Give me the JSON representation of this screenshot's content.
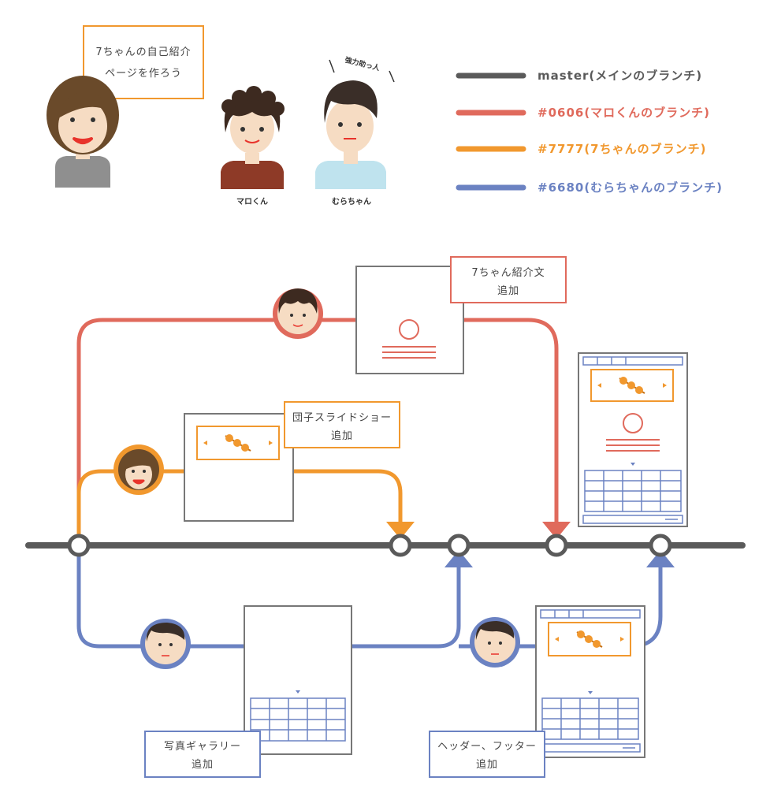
{
  "intro": {
    "speech_bubble": [
      "7ちゃんの自己紹介",
      "ページを作ろう"
    ],
    "maro_name": "マロくん",
    "mura_name": "むらちゃん",
    "mura_exclaim": "強力助っ人"
  },
  "legend": [
    {
      "label": "master(メインのブランチ)",
      "color": "#5a5a5a"
    },
    {
      "label": "#0606(マロくんのブランチ)",
      "color": "#e06a5c"
    },
    {
      "label": "#7777(7ちゃんのブランチ)",
      "color": "#f1982e"
    },
    {
      "label": "#6680(むらちゃんのブランチ)",
      "color": "#6b82c2"
    }
  ],
  "labels": {
    "intro_commit": [
      "7ちゃん紹介文",
      "追加"
    ],
    "slideshow_commit": [
      "団子スライドショー",
      "追加"
    ],
    "gallery_commit": [
      "写真ギャラリー",
      "追加"
    ],
    "header_footer_commit": [
      "ヘッダー、フッター",
      "追加"
    ]
  },
  "colors": {
    "master": "#5a5a5a",
    "maro": "#e06a5c",
    "nana": "#f1982e",
    "mura": "#6b82c2",
    "frame": "#777777"
  }
}
